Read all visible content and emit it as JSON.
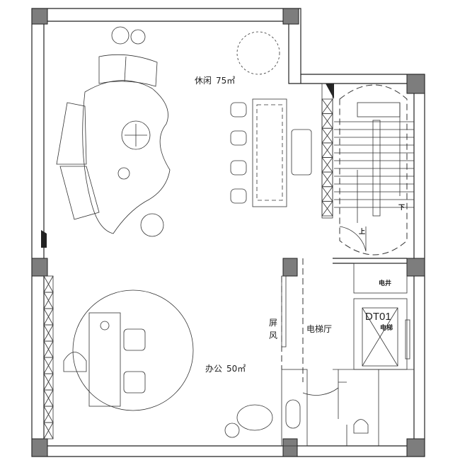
{
  "rooms": {
    "lounge": {
      "name": "休闲",
      "area": "75㎡"
    },
    "office": {
      "name": "办公",
      "area": "50㎡"
    },
    "screen": {
      "line1": "屏",
      "line2": "风"
    },
    "elevator_lobby": "电梯厅",
    "elevator": {
      "code": "DT01",
      "label": "电梯"
    },
    "shaft": "电井",
    "stairs": {
      "up": "上",
      "down": "下"
    }
  },
  "colors": {
    "line": "#222222",
    "column": "#7d7d7d"
  }
}
